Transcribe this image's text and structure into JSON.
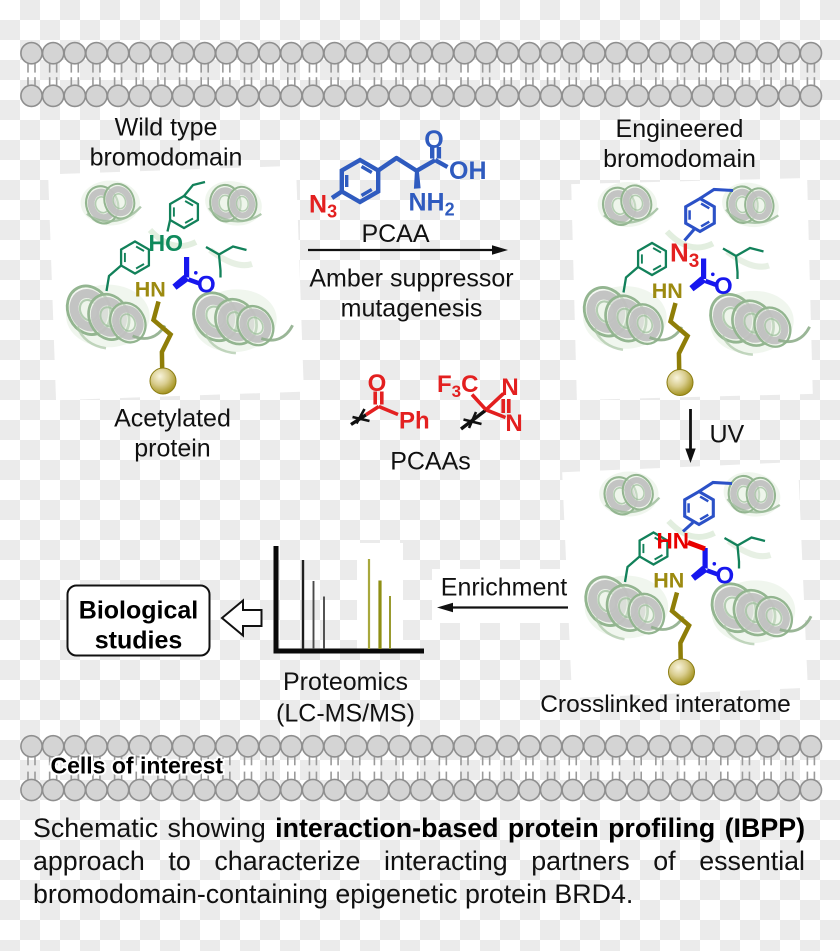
{
  "colors": {
    "checker_light": "#ffffff",
    "checker_dark": "#ebebeb",
    "membrane_head_fill": "#d4d4d4",
    "membrane_head_stroke": "#8f8f8f",
    "membrane_tail_stroke": "#9a9a9a",
    "ribbon_green": "#9fbf9d",
    "ribbon_gray": "#bfbfbf",
    "teal": "#12815a",
    "olive": "#8f7e08",
    "blue_molecule": "#2f5bbf",
    "blue_acetyl": "#1717ee",
    "red": "#e32020",
    "black": "#111111"
  },
  "membrane": {
    "head_r": 10.6,
    "x_first_center": 31.5,
    "spacing": 21.65,
    "count": 37,
    "tail_dx": 3.5,
    "tail_width": 1.6,
    "head_stroke_width": 1.6,
    "rows": [
      {
        "name": "top-membrane",
        "y_head_top": 53.2,
        "y_head_bottom": 95.8,
        "tail_segments": [
          [
            63.8,
            72.6
          ],
          [
            77.2,
            85.2
          ]
        ]
      },
      {
        "name": "bottom-membrane",
        "y_head_top": 746.3,
        "y_head_bottom": 790.0,
        "tail_segments": [
          [
            756.9,
            765.3
          ],
          [
            771.6,
            779.6
          ]
        ]
      }
    ]
  },
  "labels": {
    "wild_type_line1": "Wild type",
    "wild_type_line2": "bromodomain",
    "engineered_line1": "Engineered",
    "engineered_line2": "bromodomain",
    "acetylated_line1": "Acetylated",
    "acetylated_line2": "protein",
    "crosslinked": "Crosslinked interatome",
    "cells_of_interest": "Cells of interest",
    "pcaa": "PCAA",
    "arrow_line1": "Amber suppressor",
    "arrow_line2": "mutagenesis",
    "pcaas": "PCAAs",
    "uv": "UV",
    "enrichment": "Enrichment",
    "proteomics_line1": "Proteomics",
    "proteomics_line2": "(LC-MS/MS)",
    "biological_line1": "Biological",
    "biological_line2": "studies"
  },
  "chem": {
    "pcaa_molecule": {
      "o": "O",
      "oh": "OH",
      "nh": "NH",
      "nh_sub": "2",
      "n": "N",
      "n_sub": "3"
    },
    "wild_site": {
      "ho": "HO",
      "hn": "HN",
      "o": "O"
    },
    "engineered_site": {
      "n": "N",
      "n_sub": "3"
    },
    "crosslink_site": {
      "hn": "HN"
    },
    "pcaas_ketone": {
      "o": "O",
      "ph": "Ph"
    },
    "pcaas_diazirine": {
      "f": "F",
      "f_sub": "3",
      "c": "C",
      "n_top": "N",
      "n_bottom": "N"
    }
  },
  "chart_data": {
    "type": "bar",
    "title": "Proteomics (LC-MS/MS)",
    "xlabel": "",
    "ylabel": "",
    "note": "schematic LC-MS/MS spectrum; unlabeled axes",
    "axis": {
      "x_left": 273.5,
      "x_right": 424,
      "y_baseline": 649,
      "y_top": 546,
      "thickness": 5,
      "color": "#0a0a0a"
    },
    "series": [
      {
        "name": "background-proteome-peaks",
        "peaks": [
          {
            "x": 303,
            "height": 89,
            "width": 2.4,
            "color": "#1f1f1f"
          },
          {
            "x": 313.5,
            "height": 68,
            "width": 1.9,
            "color": "#4a4a4a"
          },
          {
            "x": 324,
            "height": 52.5,
            "width": 1.9,
            "color": "#4a4a4a"
          }
        ]
      },
      {
        "name": "enriched-proteome-peaks",
        "peaks": [
          {
            "x": 369,
            "height": 90,
            "width": 2.2,
            "color": "#a8a83c"
          },
          {
            "x": 380,
            "height": 68.5,
            "width": 3.2,
            "color": "#8f8f14"
          },
          {
            "x": 390,
            "height": 53,
            "width": 2.0,
            "color": "#9a9a2e"
          }
        ]
      }
    ]
  },
  "caption": {
    "line1_regular": "Schematic showing",
    "line1_bold": "interaction-based protein profiling (IBPP)",
    "line2": "approach to characterize interacting partners of essential",
    "line3": "bromodomain-containing epigenetic protein BRD4."
  }
}
